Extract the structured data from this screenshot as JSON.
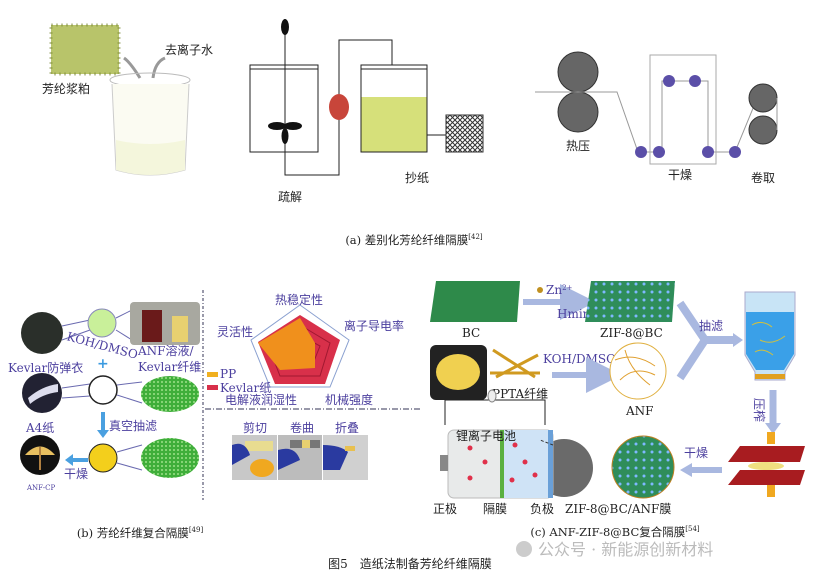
{
  "panel_a": {
    "caption": "(a) 差别化芳纶纤维隔膜",
    "ref": "[42]",
    "labels": {
      "pulp": "芳纶浆粕",
      "water": "去离子水",
      "disperse": "疏解",
      "papermaking": "抄纸",
      "hot_press": "热压",
      "drying": "干燥",
      "winding": "卷取"
    }
  },
  "panel_b": {
    "caption": "(b) 芳纶纤维复合隔膜",
    "ref": "[49]",
    "labels": {
      "koh": "KOH/DMSO",
      "plus": "+",
      "vest": "Kevlar防弹衣",
      "anf1": "ANF溶液/",
      "anf2": "Kevlar纤维",
      "a4": "A4纸",
      "vacuum": "真空抽滤",
      "dry": "干燥",
      "anfcp": "ANF-CP"
    },
    "radar": {
      "axes": [
        "热稳定性",
        "离子导电率",
        "机械强度",
        "电解液润湿性",
        "灵活性"
      ],
      "legend": [
        {
          "name": "PP",
          "color": "#f0a020"
        },
        {
          "name": "Kevlar纸",
          "color": "#d8304a"
        }
      ]
    },
    "demo": [
      "剪切",
      "卷曲",
      "折叠"
    ]
  },
  "panel_c": {
    "caption": "(c) ANF-ZIF-8@BC复合隔膜",
    "ref": "[54]",
    "labels": {
      "bc": "BC",
      "zn": "Zn",
      "zn_sup": "2+",
      "hmin": "Hmin",
      "zif": "ZIF-8@BC",
      "filter": "抽滤",
      "ppta": "PPTA纤维",
      "koh": "KOH/DMSO",
      "anf": "ANF",
      "press": "压榨",
      "dry": "干燥",
      "battery": "锂离子电池",
      "cathode": "正极",
      "separator": "隔膜",
      "anode": "负极",
      "membrane": "ZIF-8@BC/ANF膜"
    }
  },
  "figure_caption": "图5　造纸法制备芳纶纤维隔膜",
  "watermark": "公众号 · 新能源创新材料"
}
